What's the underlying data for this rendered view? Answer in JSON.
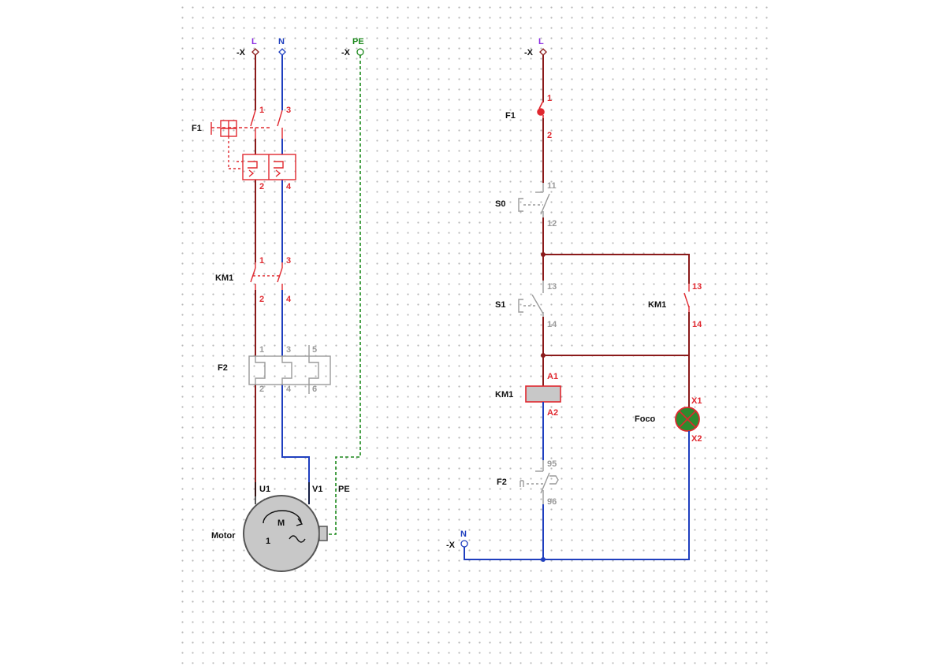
{
  "colors": {
    "phase": "#8b1a1a",
    "neutral": "#1f3fbf",
    "earth": "#1d8a1d",
    "red": "#e0282f",
    "gray": "#9a9a9a",
    "black": "#111111",
    "purple": "#8a2be2",
    "lamp": "#2e8b2e"
  },
  "power_circuit": {
    "terminal_prefix": "-X",
    "terminals": {
      "l": "L",
      "n": "N",
      "pe": "PE"
    },
    "breaker": {
      "tag": "F1",
      "pins_top": [
        "1",
        "3"
      ],
      "pins_bottom": [
        "2",
        "4"
      ]
    },
    "contactor": {
      "tag": "KM1",
      "pins_top": [
        "1",
        "3"
      ],
      "pins_bottom": [
        "2",
        "4"
      ]
    },
    "overload": {
      "tag": "F2",
      "pins_top": [
        "1",
        "3",
        "5"
      ],
      "pins_bottom": [
        "2",
        "4",
        "6"
      ]
    },
    "motor": {
      "tag": "Motor",
      "symbol": "M",
      "phase": "1",
      "u": "U1",
      "v": "V1",
      "pe": "PE"
    }
  },
  "control_circuit": {
    "terminal_prefix": "-X",
    "terminals": {
      "l": "L",
      "n": "N"
    },
    "fuse": {
      "tag": "F1",
      "pin_top": "1",
      "pin_bottom": "2"
    },
    "stop_button": {
      "tag": "S0",
      "pin_top": "11",
      "pin_bottom": "12"
    },
    "start_button": {
      "tag": "S1",
      "pin_top": "13",
      "pin_bottom": "14"
    },
    "holding_contact": {
      "tag": "KM1",
      "pin_top": "13",
      "pin_bottom": "14"
    },
    "coil": {
      "tag": "KM1",
      "pin_top": "A1",
      "pin_bottom": "A2"
    },
    "lamp": {
      "tag": "Foco",
      "pin_top": "X1",
      "pin_bottom": "X2"
    },
    "overload_contact": {
      "tag": "F2",
      "pin_top": "95",
      "pin_bottom": "96"
    }
  }
}
